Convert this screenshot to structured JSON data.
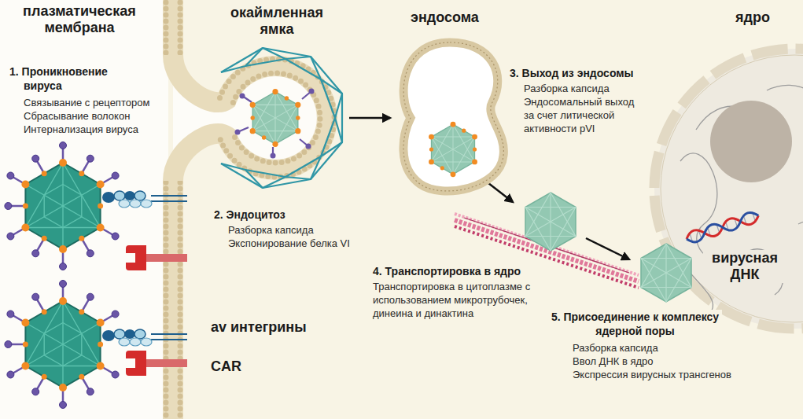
{
  "diagram": {
    "nodes": [
      {
        "text": [
          "окаймленная ямка"
        ]
      },
      {
        "text": [
          "эндосома"
        ]
      },
      {
        "text": [
          "ядро",
          "вирусная ДНК"
        ]
      }
    ],
    "edges": [
      {
        "from": 0,
        "to": 1,
        "arrow": "to"
      }
    ],
    "labels": [
      "плазматическая мембрана",
      "1. Проникновение вируса",
      "Связывание с рецептором",
      "Сбрасывание волокон",
      "Интернализация вируса",
      "2. Эндоцитоз",
      "Разборка капсида",
      "Экспонирование белка VI",
      "3. Выход из эндосомы",
      "Разборка капсида",
      "Эндосомальный выход за счет литической активности pVI",
      "4. Транспортировка в ядро",
      "Транспортировка в цитоплазме с использованием микротрубочек, динеина и динактина",
      "5. Присоединение к комплексу ядерной поры",
      "Разборка капсида",
      "Ввол ДНК в ядро",
      "Экспрессия вирусных трансгенов",
      "av интегрины",
      "CAR"
    ]
  }
}
